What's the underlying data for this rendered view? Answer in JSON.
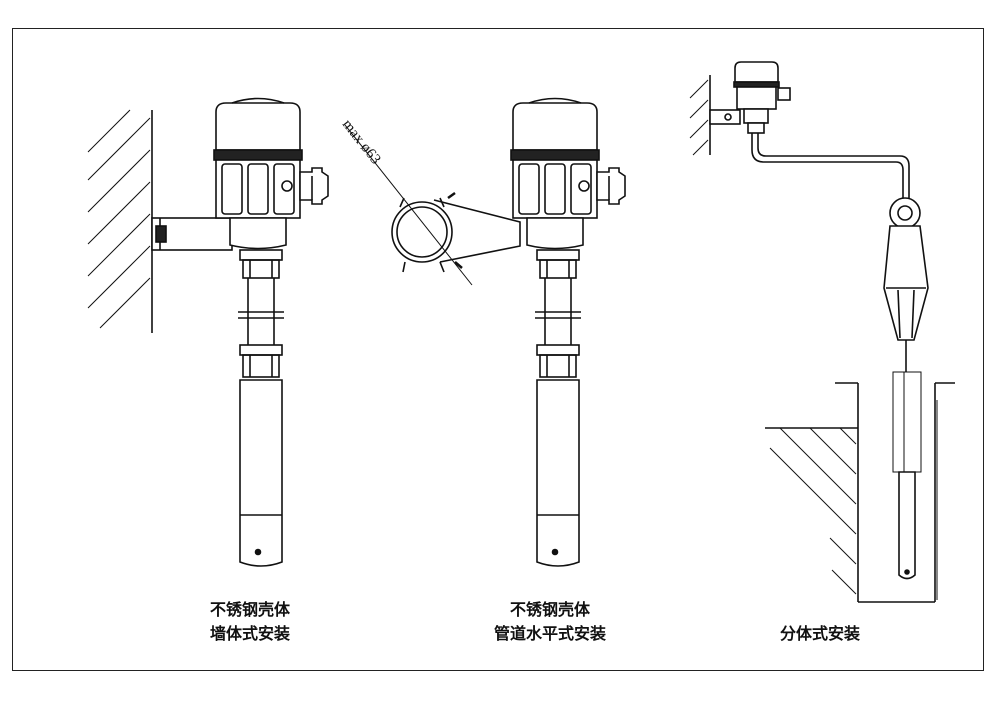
{
  "diagram": {
    "dimension_label": "max ø63",
    "captions": [
      {
        "line1": "不锈钢壳体",
        "line2": "墙体式安装"
      },
      {
        "line1": "不锈钢壳体",
        "line2": "管道水平式安装"
      },
      {
        "line1": "",
        "line2": "分体式安装"
      }
    ]
  }
}
